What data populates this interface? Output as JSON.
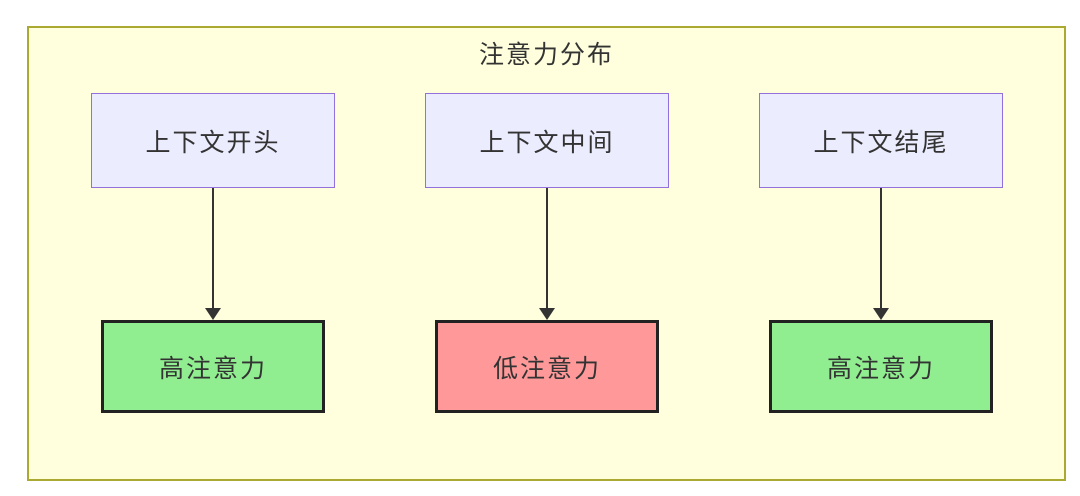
{
  "diagram": {
    "title": "注意力分布",
    "columns": [
      {
        "id": "context-start",
        "source": "上下文开头",
        "target": "高注意力",
        "attention": "high"
      },
      {
        "id": "context-middle",
        "source": "上下文中间",
        "target": "低注意力",
        "attention": "low"
      },
      {
        "id": "context-end",
        "source": "上下文结尾",
        "target": "高注意力",
        "attention": "high"
      }
    ],
    "colors": {
      "frame_background": "#ffffde",
      "frame_border": "#aaaa33",
      "source_node_background": "#ececff",
      "source_node_border": "#9370db",
      "high_attention_background": "#90ee90",
      "low_attention_background": "#ff9999",
      "result_node_border": "#222222",
      "arrow": "#333333",
      "text": "#333333"
    }
  }
}
